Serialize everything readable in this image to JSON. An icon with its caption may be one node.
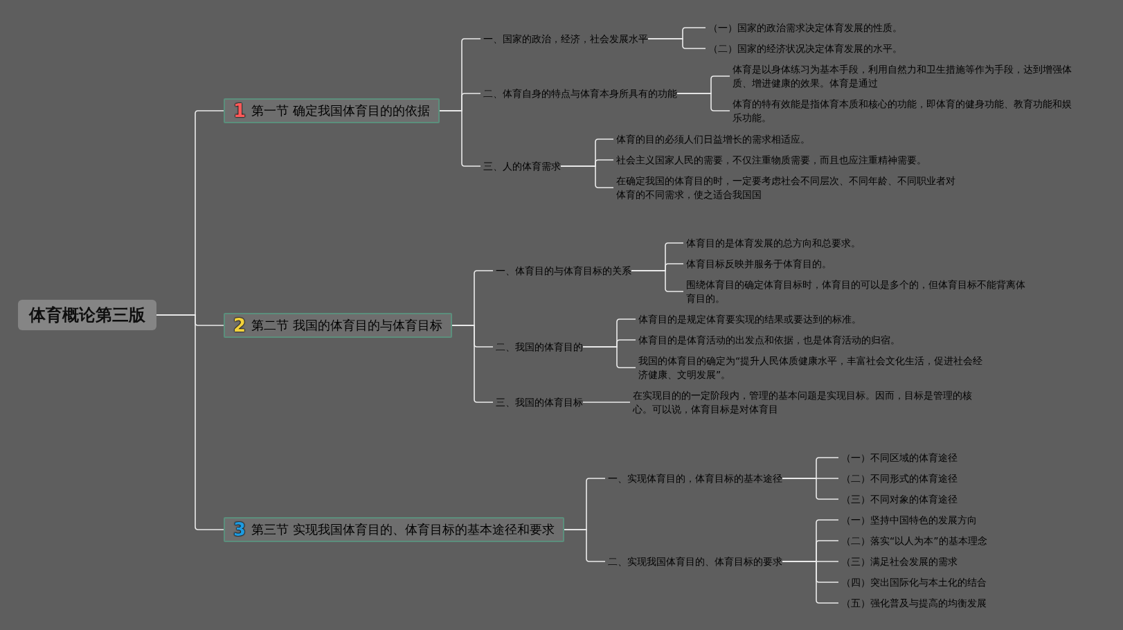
{
  "diagram": {
    "nodes": [
      {
        "text": [
          "体育概论第三版"
        ]
      },
      {
        "text": [
          "1",
          "第一节 确定我国体育目的的依据"
        ]
      },
      {
        "text": [
          "一、国家的政治，经济，社会发展水平"
        ]
      },
      {
        "text": [
          "（一）国家的政治需求决定体育发展的性质。"
        ]
      },
      {
        "text": [
          "（二）国家的经济状况决定体育发展的水平。"
        ]
      },
      {
        "text": [
          "二、体育自身的特点与体育本身所具有的功能"
        ]
      },
      {
        "text": [
          "体育是以身体练习为基本手段，利用自然力和卫生措施等作为手段，达到增强体质、增进健康的效果。体育是通过"
        ]
      },
      {
        "text": [
          "体育的特有效能是指体育本质和核心的功能，即体育的健身功能、教育功能和娱乐功能。"
        ]
      },
      {
        "text": [
          "三、人的体育需求"
        ]
      },
      {
        "text": [
          "体育的目的必须人们日益增长的需求相适应。"
        ]
      },
      {
        "text": [
          "社会主义国家人民的需要，不仅注重物质需要，而且也应注重精神需要。"
        ]
      },
      {
        "text": [
          "在确定我国的体育目的时，一定要考虑社会不同层次、不同年龄、不同职业者对体育的不同需求，使之适合我国国"
        ]
      },
      {
        "text": [
          "2",
          "第二节 我国的体育目的与体育目标"
        ]
      },
      {
        "text": [
          "一、体育目的与体育目标的关系"
        ]
      },
      {
        "text": [
          "体育目的是体育发展的总方向和总要求。"
        ]
      },
      {
        "text": [
          "体育目标反映并服务于体育目的。"
        ]
      },
      {
        "text": [
          "围绕体育目的确定体育目标时，体育目的可以是多个的，但体育目标不能背离体育目的。"
        ]
      },
      {
        "text": [
          "二、我国的体育目的"
        ]
      },
      {
        "text": [
          "体育目的是规定体育要实现的结果或要达到的标准。"
        ]
      },
      {
        "text": [
          "体育目的是体育活动的出发点和依据，也是体育活动的归宿。"
        ]
      },
      {
        "text": [
          "我国的体育目的确定为“提升人民体质健康水平，丰富社会文化生活，促进社会经济健康、文明发展”。"
        ]
      },
      {
        "text": [
          "三、我国的体育目标"
        ]
      },
      {
        "text": [
          "在实现目的的一定阶段内，管理的基本问题是实现目标。因而，目标是管理的核心。可以说，体育目标是对体育目"
        ]
      },
      {
        "text": [
          "3",
          "第三节 实现我国体育目的、体育目标的基本途径和要求"
        ]
      },
      {
        "text": [
          "一、实现体育目的，体育目标的基本途径"
        ]
      },
      {
        "text": [
          "（一）不同区域的体育途径"
        ]
      },
      {
        "text": [
          "（二）不同形式的体育途径"
        ]
      },
      {
        "text": [
          "（三）不同对象的体育途径"
        ]
      },
      {
        "text": [
          "二、实现我国体育目的、体育目标的要求"
        ]
      },
      {
        "text": [
          "（一）坚持中国特色的发展方向"
        ]
      },
      {
        "text": [
          "（二）落实“以人为本”的基本理念"
        ]
      },
      {
        "text": [
          "（三）满足社会发展的需求"
        ]
      },
      {
        "text": [
          "（四）突出国际化与本土化的结合"
        ]
      },
      {
        "text": [
          "（五）强化普及与提高的均衡发展"
        ]
      }
    ],
    "edges": [
      {
        "from": 0,
        "to": 1,
        "arrow": "none"
      },
      {
        "from": 1,
        "to": 2,
        "arrow": "none"
      },
      {
        "from": 2,
        "to": 3,
        "arrow": "none"
      },
      {
        "from": 2,
        "to": 4,
        "arrow": "none"
      },
      {
        "from": 1,
        "to": 5,
        "arrow": "none"
      },
      {
        "from": 5,
        "to": 6,
        "arrow": "none"
      },
      {
        "from": 5,
        "to": 7,
        "arrow": "none"
      },
      {
        "from": 1,
        "to": 8,
        "arrow": "none"
      },
      {
        "from": 8,
        "to": 9,
        "arrow": "none"
      },
      {
        "from": 8,
        "to": 10,
        "arrow": "none"
      },
      {
        "from": 8,
        "to": 11,
        "arrow": "none"
      },
      {
        "from": 0,
        "to": 12,
        "arrow": "none"
      },
      {
        "from": 12,
        "to": 13,
        "arrow": "none"
      },
      {
        "from": 13,
        "to": 14,
        "arrow": "none"
      },
      {
        "from": 13,
        "to": 15,
        "arrow": "none"
      },
      {
        "from": 13,
        "to": 16,
        "arrow": "none"
      },
      {
        "from": 12,
        "to": 17,
        "arrow": "none"
      },
      {
        "from": 17,
        "to": 18,
        "arrow": "none"
      },
      {
        "from": 17,
        "to": 19,
        "arrow": "none"
      },
      {
        "from": 17,
        "to": 20,
        "arrow": "none"
      },
      {
        "from": 12,
        "to": 21,
        "arrow": "none"
      },
      {
        "from": 21,
        "to": 22,
        "arrow": "none"
      },
      {
        "from": 0,
        "to": 23,
        "arrow": "none"
      },
      {
        "from": 23,
        "to": 24,
        "arrow": "none"
      },
      {
        "from": 24,
        "to": 25,
        "arrow": "none"
      },
      {
        "from": 24,
        "to": 26,
        "arrow": "none"
      },
      {
        "from": 24,
        "to": 27,
        "arrow": "none"
      },
      {
        "from": 23,
        "to": 28,
        "arrow": "none"
      },
      {
        "from": 28,
        "to": 29,
        "arrow": "none"
      },
      {
        "from": 28,
        "to": 30,
        "arrow": "none"
      },
      {
        "from": 28,
        "to": 31,
        "arrow": "none"
      },
      {
        "from": 28,
        "to": 32,
        "arrow": "none"
      },
      {
        "from": 28,
        "to": 33,
        "arrow": "none"
      }
    ]
  }
}
